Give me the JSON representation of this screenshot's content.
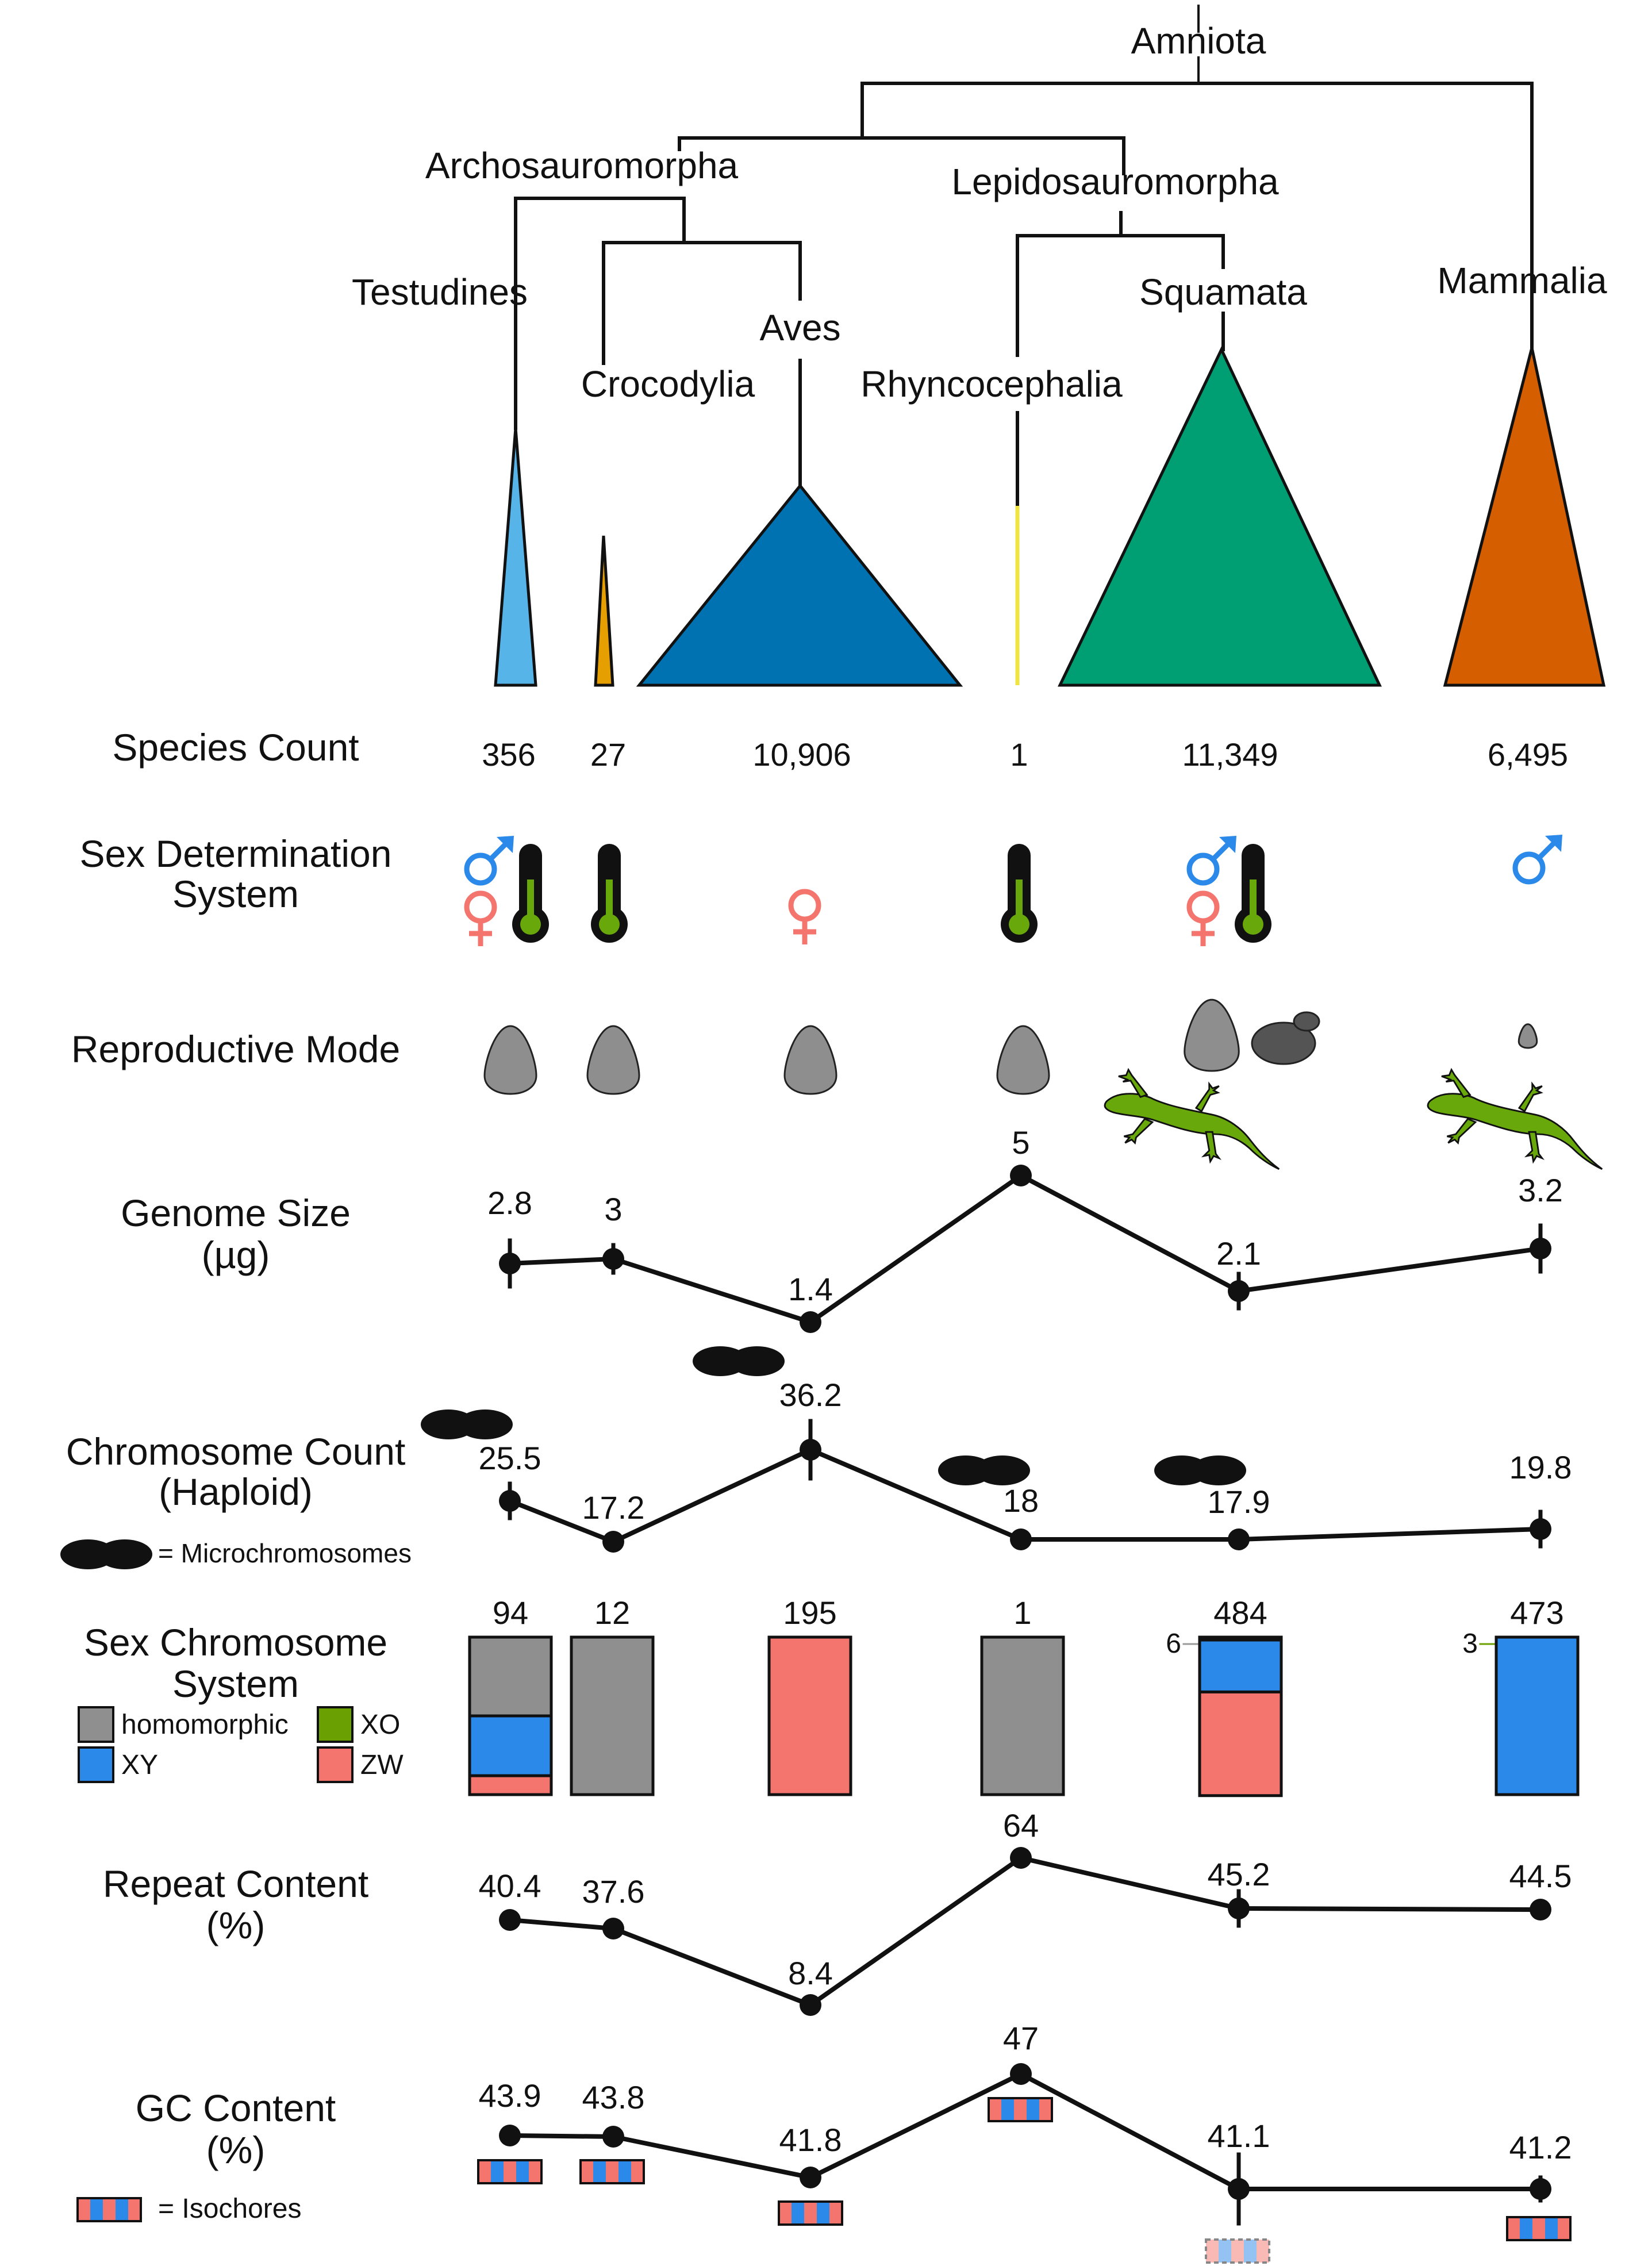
{
  "tree": {
    "root": "Amniota",
    "internal": [
      "Archosauromorpha",
      "Lepidosauromorpha"
    ]
  },
  "clades": [
    {
      "name": "Testudines",
      "color": "#56B4E9",
      "species_count": "356",
      "sex_determination": [
        "male",
        "female",
        "temperature"
      ],
      "reproductive_mode": [
        "egg"
      ],
      "genome_size": "2.8",
      "chromosome_count": "25.5",
      "microchromosomes": true,
      "sex_chrom_total": "94",
      "sex_chrom_composition": [
        {
          "type": "homomorphic",
          "fraction": 0.5
        },
        {
          "type": "XY",
          "fraction": 0.38
        },
        {
          "type": "ZW",
          "fraction": 0.12
        }
      ],
      "sex_chrom_side_count": "",
      "repeat_content": "40.4",
      "gc_content": "43.9",
      "isochores": "present"
    },
    {
      "name": "Crocodylia",
      "color": "#E69F00",
      "species_count": "27",
      "sex_determination": [
        "temperature"
      ],
      "reproductive_mode": [
        "egg"
      ],
      "genome_size": "3",
      "chromosome_count": "17.2",
      "microchromosomes": false,
      "sex_chrom_total": "12",
      "sex_chrom_composition": [
        {
          "type": "homomorphic",
          "fraction": 1.0
        }
      ],
      "sex_chrom_side_count": "",
      "repeat_content": "37.6",
      "gc_content": "43.8",
      "isochores": "present"
    },
    {
      "name": "Aves",
      "color": "#0072B2",
      "species_count": "10,906",
      "sex_determination": [
        "female"
      ],
      "reproductive_mode": [
        "egg"
      ],
      "genome_size": "1.4",
      "chromosome_count": "36.2",
      "microchromosomes": true,
      "sex_chrom_total": "195",
      "sex_chrom_composition": [
        {
          "type": "ZW",
          "fraction": 1.0
        }
      ],
      "sex_chrom_side_count": "",
      "repeat_content": "8.4",
      "gc_content": "41.8",
      "isochores": "present"
    },
    {
      "name": "Rhyncocephalia",
      "color": "#F0E442",
      "species_count": "1",
      "sex_determination": [
        "temperature"
      ],
      "reproductive_mode": [
        "egg"
      ],
      "genome_size": "5",
      "chromosome_count": "18",
      "microchromosomes": true,
      "sex_chrom_total": "1",
      "sex_chrom_composition": [
        {
          "type": "homomorphic",
          "fraction": 1.0
        }
      ],
      "sex_chrom_side_count": "",
      "repeat_content": "64",
      "gc_content": "47",
      "isochores": "present"
    },
    {
      "name": "Squamata",
      "color": "#009E73",
      "species_count": "11,349",
      "sex_determination": [
        "male",
        "female",
        "temperature"
      ],
      "reproductive_mode": [
        "egg",
        "egg-dark",
        "lizard"
      ],
      "genome_size": "2.1",
      "chromosome_count": "17.9",
      "microchromosomes": true,
      "sex_chrom_total": "484",
      "sex_chrom_composition": [
        {
          "type": "XO",
          "fraction": 0.012
        },
        {
          "type": "XY",
          "fraction": 0.33
        },
        {
          "type": "ZW",
          "fraction": 0.658
        }
      ],
      "sex_chrom_side_count": "6",
      "repeat_content": "45.2",
      "gc_content": "41.1",
      "isochores": "uncertain"
    },
    {
      "name": "Mammalia",
      "color": "#D55E00",
      "species_count": "6,495",
      "sex_determination": [
        "male"
      ],
      "reproductive_mode": [
        "egg-small",
        "lizard"
      ],
      "genome_size": "3.2",
      "chromosome_count": "19.8",
      "microchromosomes": false,
      "sex_chrom_total": "473",
      "sex_chrom_composition": [
        {
          "type": "XY",
          "fraction": 1.0
        }
      ],
      "sex_chrom_side_count": "3",
      "repeat_content": "44.5",
      "gc_content": "41.2",
      "isochores": "present"
    }
  ],
  "rows": {
    "species_count": "Species Count",
    "sex_determination": [
      "Sex Determination",
      "System"
    ],
    "reproductive_mode": "Reproductive Mode",
    "genome_size": [
      "Genome Size",
      "(µg)"
    ],
    "chromosome_count": [
      "Chromosome Count",
      "(Haploid)"
    ],
    "sex_chromosome": [
      "Sex Chromosome",
      "System"
    ],
    "repeat_content": [
      "Repeat Content",
      "(%)"
    ],
    "gc_content": [
      "GC Content",
      "(%)"
    ]
  },
  "legends": {
    "microchromosomes_glyph": "μ",
    "microchromosomes": "= Microchromosomes",
    "isochores": "= Isochores",
    "sex_chrom_types": [
      {
        "label": "homomorphic",
        "color": "#8F8F8F"
      },
      {
        "label": "XO",
        "color": "#6BA003"
      },
      {
        "label": "XY",
        "color": "#2B89E9"
      },
      {
        "label": "ZW",
        "color": "#F4756E"
      }
    ]
  },
  "colors": {
    "male": "#2B89E9",
    "female": "#F4756E",
    "egg": "#8E8E8E",
    "egg_dark": "#545454",
    "lizard": "#69A80A",
    "thermometer_fill": "#69A80A"
  }
}
